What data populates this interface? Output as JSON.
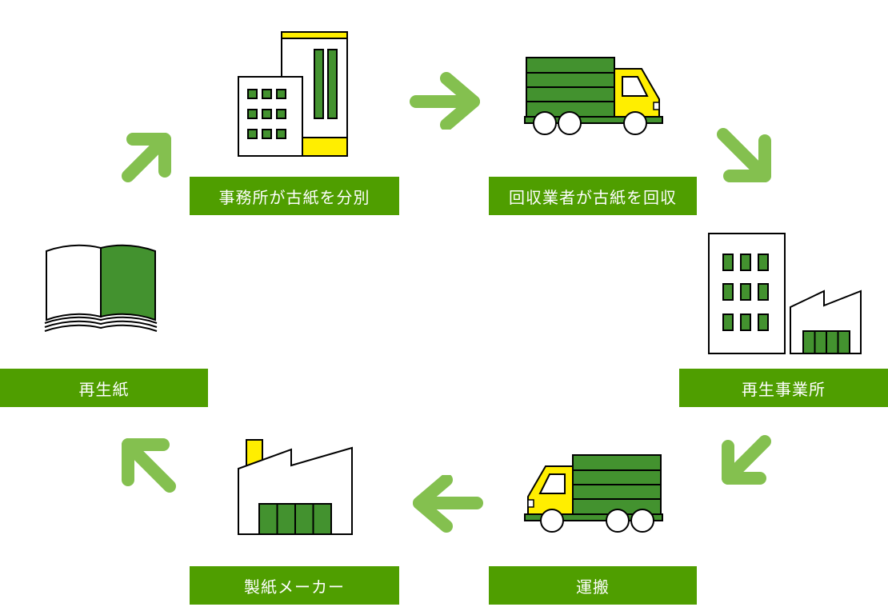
{
  "colors": {
    "label_bg": "#4f9e00",
    "arrow": "#84c04f",
    "dark_green": "#43922f",
    "yellow": "#ffee00",
    "outline": "#000000",
    "background": "#ffffff"
  },
  "steps": [
    {
      "id": "office",
      "label": "事務所が古紙を分別",
      "icon": "office-building-icon"
    },
    {
      "id": "collector",
      "label": "回収業者が古紙を回収",
      "icon": "truck-icon"
    },
    {
      "id": "recycler",
      "label": "再生事業所",
      "icon": "recycling-facility-icon"
    },
    {
      "id": "transport",
      "label": "運搬",
      "icon": "truck-icon"
    },
    {
      "id": "maker",
      "label": "製紙メーカー",
      "icon": "paper-factory-icon"
    },
    {
      "id": "recycled",
      "label": "再生紙",
      "icon": "open-book-icon"
    }
  ],
  "arrows": [
    {
      "direction": "up-right"
    },
    {
      "direction": "right"
    },
    {
      "direction": "down-right"
    },
    {
      "direction": "down-left"
    },
    {
      "direction": "left"
    },
    {
      "direction": "up-left"
    }
  ]
}
